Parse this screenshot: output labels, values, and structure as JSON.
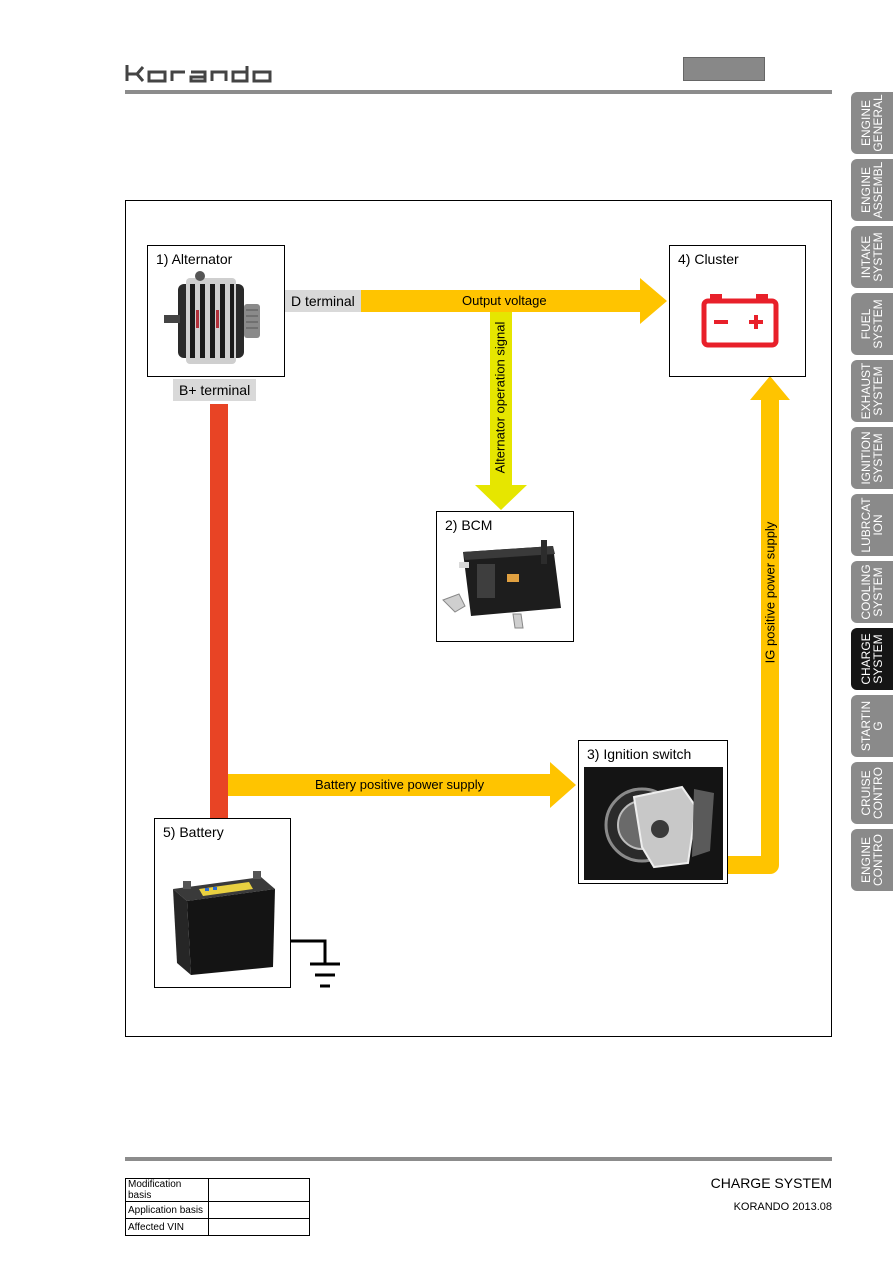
{
  "header": {
    "logo_text": "korando"
  },
  "tabs": [
    {
      "label": "ENGINE\nGENERAL",
      "active": false
    },
    {
      "label": "ENGINE\nASSEMBL",
      "active": false
    },
    {
      "label": "INTAKE\nSYSTEM",
      "active": false
    },
    {
      "label": "FUEL\nSYSTEM",
      "active": false
    },
    {
      "label": "EXHAUST\nSYSTEM",
      "active": false
    },
    {
      "label": "IGNITION\nSYSTEM",
      "active": false
    },
    {
      "label": "LUBRCAT\nION",
      "active": false
    },
    {
      "label": "COOLING\nSYSTEM",
      "active": false
    },
    {
      "label": "CHARGE\nSYSTEM",
      "active": true
    },
    {
      "label": "STARTIN\nG",
      "active": false
    },
    {
      "label": "CRUISE\nCONTRO",
      "active": false
    },
    {
      "label": "ENGINE\nCONTRO",
      "active": false
    }
  ],
  "diagram": {
    "alternator": {
      "title": "1) Alternator",
      "d_terminal": "D terminal",
      "b_terminal": "B+ terminal"
    },
    "bcm": {
      "title": "2) BCM"
    },
    "ignition": {
      "title": "3) Ignition switch"
    },
    "cluster": {
      "title": "4) Cluster",
      "minus": "−",
      "plus": "+"
    },
    "battery": {
      "title": "5) Battery"
    },
    "labels": {
      "output_voltage": "Output voltage",
      "alternator_signal": "Alternator operation signal",
      "battery_supply": "Battery positive power supply",
      "ig_supply": "IG positive power supply"
    },
    "colors": {
      "arrow": "#ffc400",
      "battery_line": "#e84425",
      "cluster_icon": "#e8202a",
      "signal_arrow": "#e6e600"
    }
  },
  "footer": {
    "title": "CHARGE SYSTEM",
    "subtitle": "KORANDO 2013.08",
    "table": [
      {
        "key": "Modification basis",
        "value": ""
      },
      {
        "key": "Application basis",
        "value": ""
      },
      {
        "key": "Affected VIN",
        "value": ""
      }
    ]
  }
}
